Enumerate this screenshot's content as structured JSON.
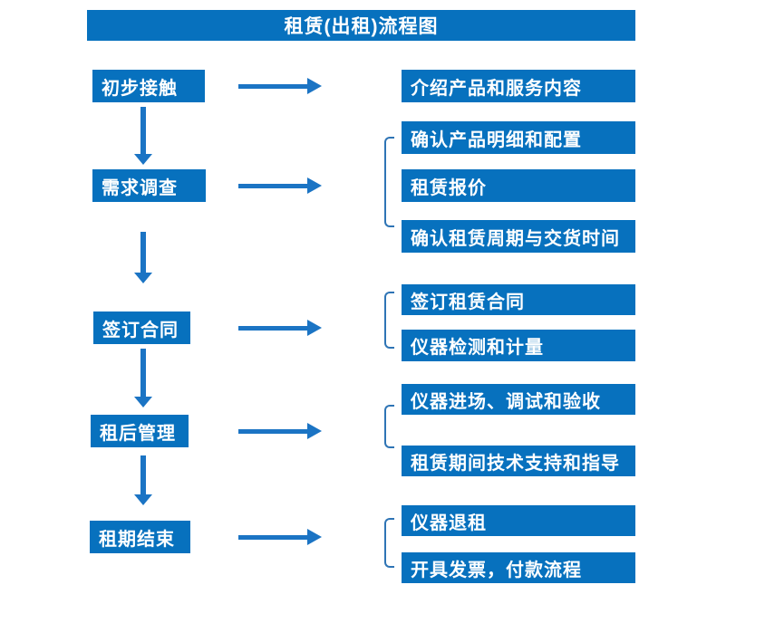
{
  "title": "租赁(出租)流程图",
  "steps": [
    {
      "label": "初步接触",
      "outputs": [
        "介绍产品和服务内容"
      ]
    },
    {
      "label": "需求调查",
      "outputs": [
        "确认产品明细和配置",
        "租赁报价",
        "确认租赁周期与交货时间"
      ]
    },
    {
      "label": "签订合同",
      "outputs": [
        "签订租赁合同",
        "仪器检测和计量"
      ]
    },
    {
      "label": "租后管理",
      "outputs": [
        "仪器进场、调试和验收",
        "租赁期间技术支持和指导"
      ]
    },
    {
      "label": "租期结束",
      "outputs": [
        "仪器退租",
        "开具发票，付款流程"
      ]
    }
  ],
  "colors": {
    "box_fill": "#0771BE",
    "arrow": "#1B74C4",
    "bracket": "#2E74B5",
    "text": "#FFFFFF",
    "background": "#FFFFFF"
  }
}
